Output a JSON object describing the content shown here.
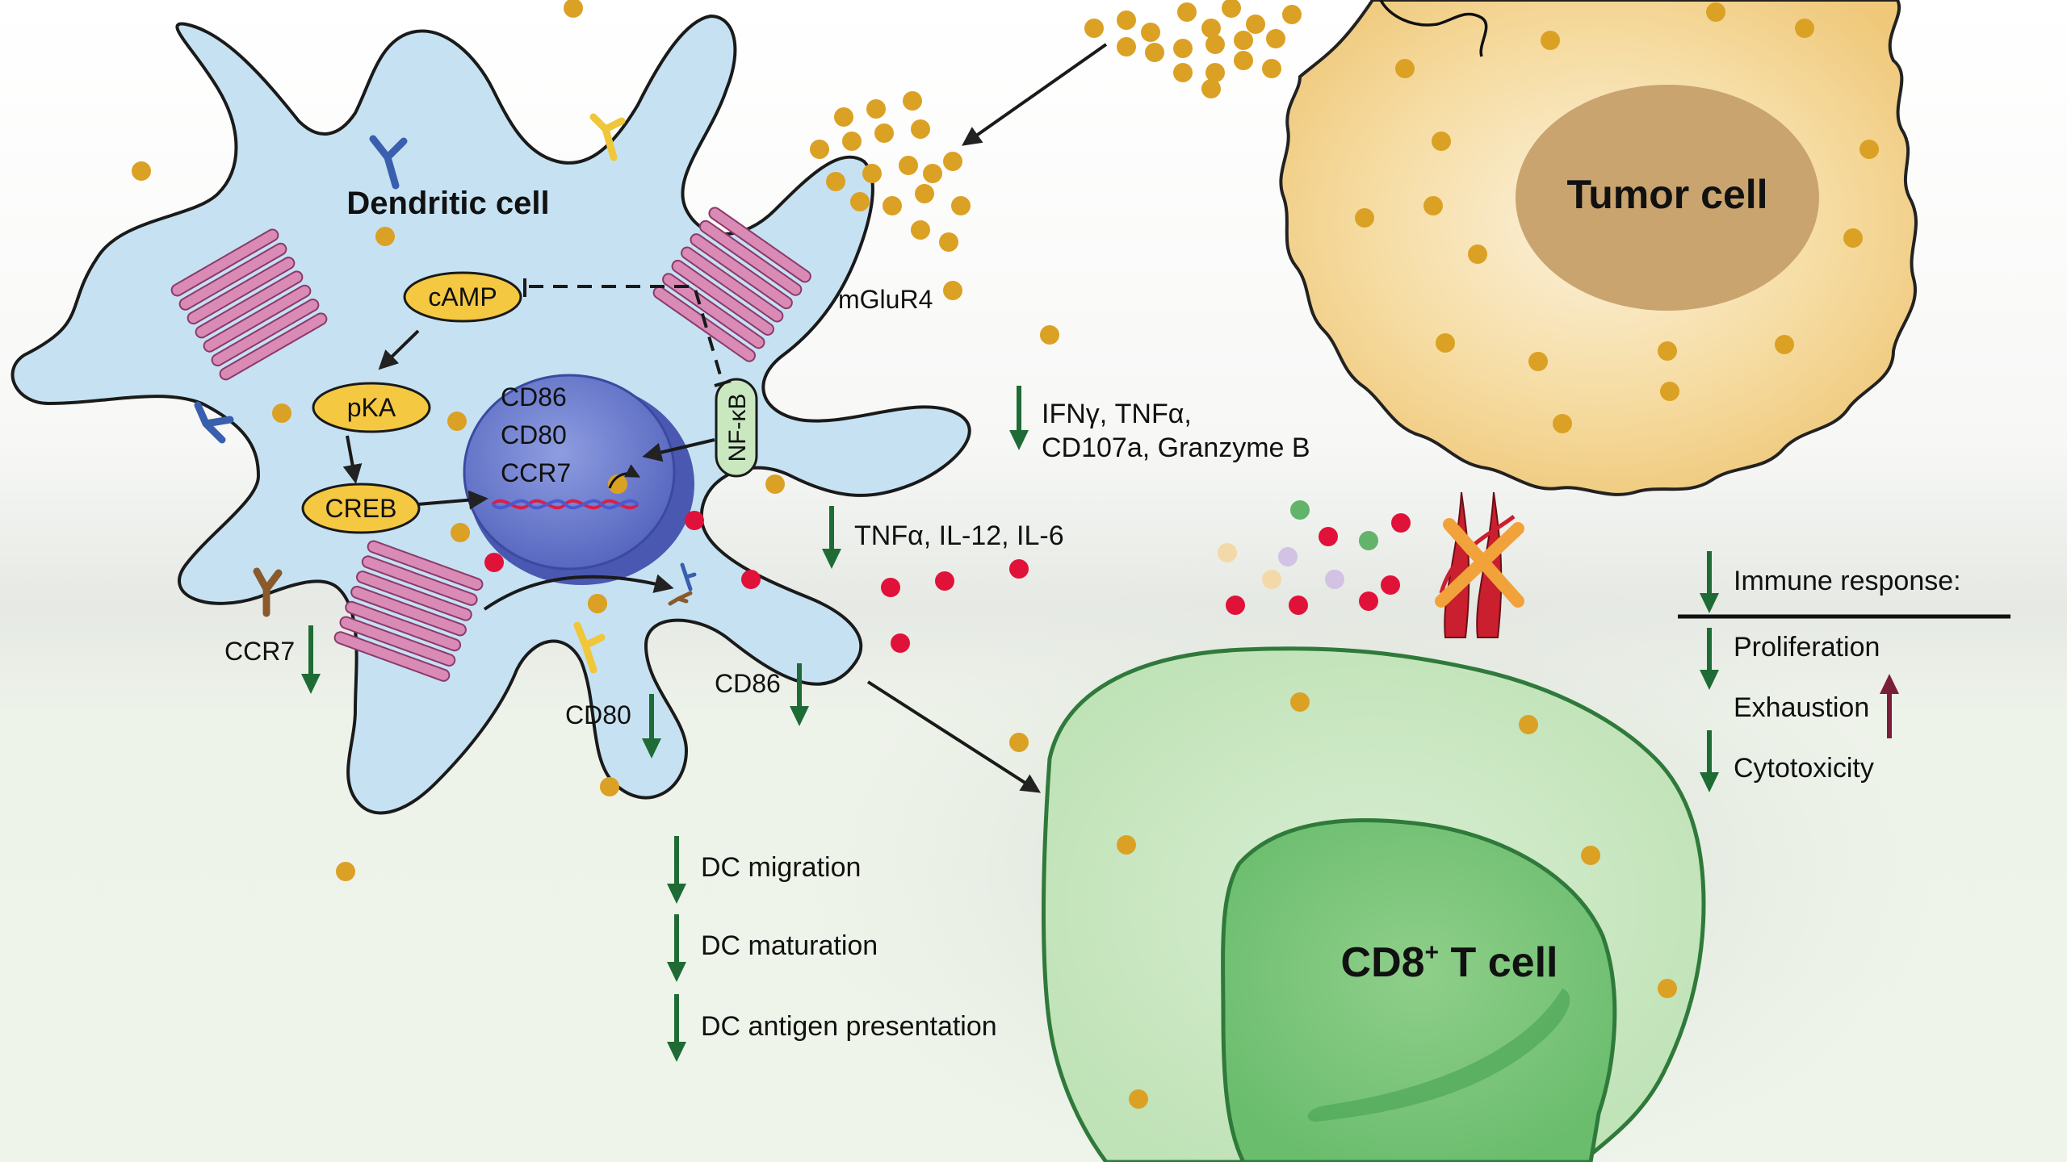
{
  "cells": {
    "dendritic": "Dendritic cell",
    "tumor": "Tumor cell",
    "tcell_prefix": "CD8",
    "tcell_sup": "+",
    "tcell_suffix": " T cell"
  },
  "pathway": {
    "camp": "cAMP",
    "pka": "pKA",
    "creb": "CREB",
    "nfkb": "NF-κB",
    "nucleus_genes": [
      "CD86",
      "CD80",
      "CCR7"
    ]
  },
  "receptor_label": "mGluR4",
  "surface_markers": {
    "ccr7": "CCR7",
    "cd80": "CD80",
    "cd86": "CD86"
  },
  "tcell_cytokines": [
    "IFNγ, TNFα,",
    "CD107a, Granzyme B"
  ],
  "dc_cytokines": "TNFα, IL-12, IL-6",
  "dc_effects": [
    "DC migration",
    "DC maturation",
    "DC antigen presentation"
  ],
  "immune_response": {
    "title": "Immune response:",
    "items": [
      "Proliferation",
      "Exhaustion",
      "Cytotoxicity"
    ]
  },
  "colors": {
    "down_arrow": "#1f6b35",
    "up_arrow": "#7a1f3a",
    "glutamate": "#dba124",
    "dc_fill": "#c6e2f2",
    "tumor_fill": "#f3d18a",
    "tcell_fill": "#a8d8a0",
    "receptor": "#d98ab5",
    "oval_fill": "#f5c842"
  }
}
